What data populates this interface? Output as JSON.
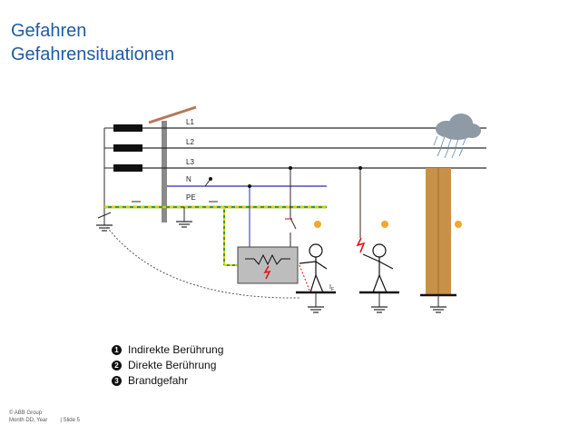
{
  "header": {
    "title": "Gefahren",
    "subtitle": "Gefahrensituationen"
  },
  "diagram": {
    "conductors": [
      "L1",
      "L2",
      "L3",
      "N",
      "PE"
    ],
    "current_label": "I",
    "current_subscript": "F",
    "colors": {
      "line": "#2b2b2b",
      "neutral": "#2e2aa8",
      "pe_green": "#3f9a2b",
      "pe_yellow": "#d8d000",
      "fault": "#e01010",
      "pole": "#c8914a",
      "mast": "#8a8a8a",
      "marker": "#f0a830"
    }
  },
  "legend": {
    "items": [
      {
        "number": "1",
        "text": "Indirekte Berührung"
      },
      {
        "number": "2",
        "text": "Direkte Berührung"
      },
      {
        "number": "3",
        "text": "Brandgefahr"
      }
    ]
  },
  "footer": {
    "company": "© ABB Group",
    "date": "Month DD, Year",
    "slide": "| Slide 5"
  }
}
